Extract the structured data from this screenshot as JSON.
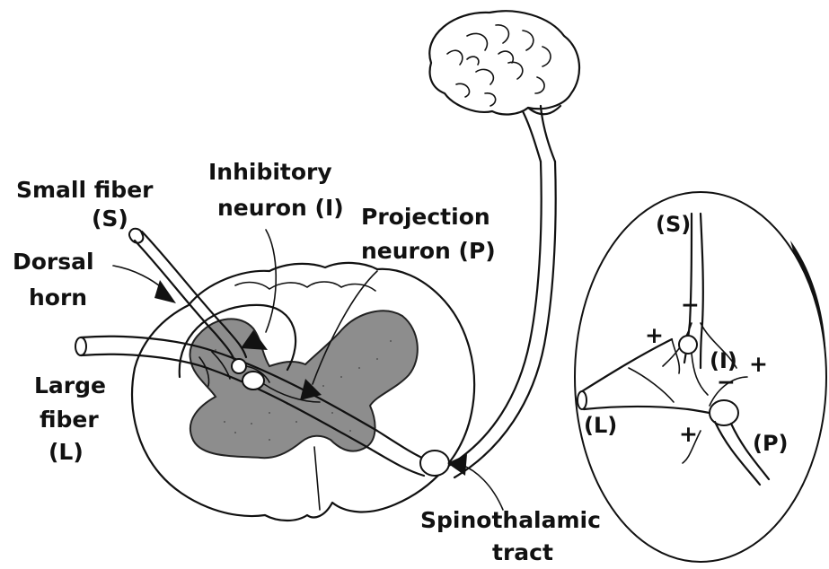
{
  "labels": {
    "small_fiber": "Small fiber",
    "small_fiber_code": "(S)",
    "inhibitory_line1": "Inhibitory",
    "inhibitory_line2": "neuron (I)",
    "projection_line1": "Projection",
    "projection_line2": "neuron (P)",
    "dorsal_line1": "Dorsal",
    "dorsal_line2": "horn",
    "large_line1": "Large",
    "large_line2": "fiber",
    "large_line3": "(L)",
    "spino_line1": "Spinothalamic",
    "spino_line2": "tract"
  },
  "inset": {
    "s_label": "(S)",
    "i_label": "(I)",
    "l_label": "(L)",
    "p_label": "(P)",
    "sign_minus_top": "−",
    "sign_plus_left": "+",
    "sign_plus_right": "+",
    "sign_minus_mid": "−",
    "sign_plus_bottom": "+"
  }
}
